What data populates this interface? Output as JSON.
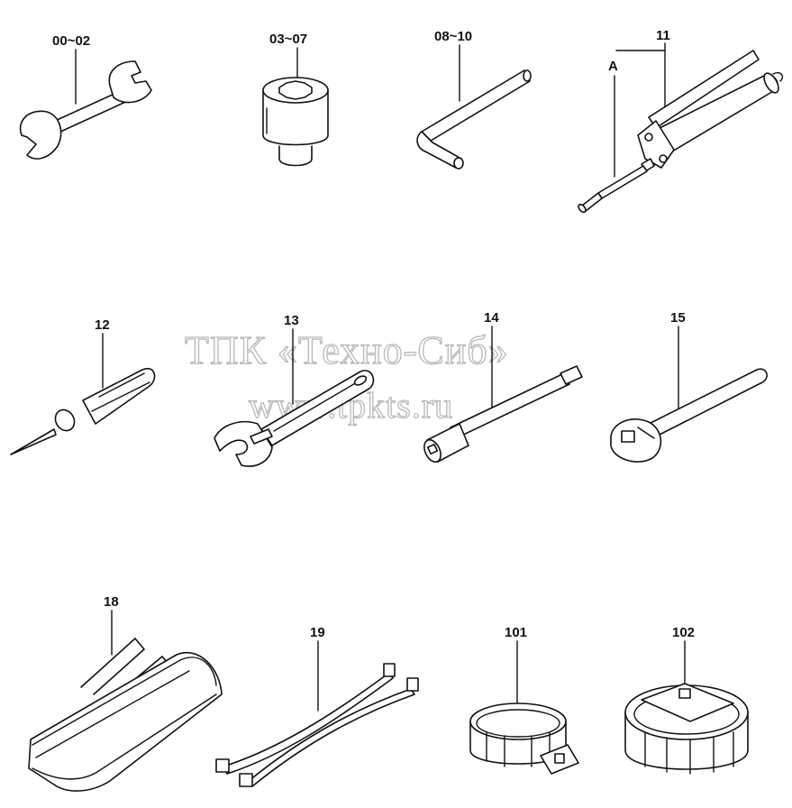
{
  "watermark": {
    "line1": "ТПК «Техно-Сиб»",
    "line2": "www.tpkts.ru"
  },
  "parts": [
    {
      "id": "00~02",
      "name": "spanner"
    },
    {
      "id": "03~07",
      "name": "socket"
    },
    {
      "id": "08~10",
      "name": "hex key"
    },
    {
      "id": "11",
      "name": "grease gun"
    },
    {
      "id": "12",
      "name": "screwdriver"
    },
    {
      "id": "13",
      "name": "adjustable wrench"
    },
    {
      "id": "14",
      "name": "extension bar"
    },
    {
      "id": "15",
      "name": "ratchet handle"
    },
    {
      "id": "18",
      "name": "tool bag"
    },
    {
      "id": "19",
      "name": "tie straps"
    },
    {
      "id": "101",
      "name": "filter wrench"
    },
    {
      "id": "102",
      "name": "filter wrench cap"
    }
  ],
  "callout_a": "A"
}
